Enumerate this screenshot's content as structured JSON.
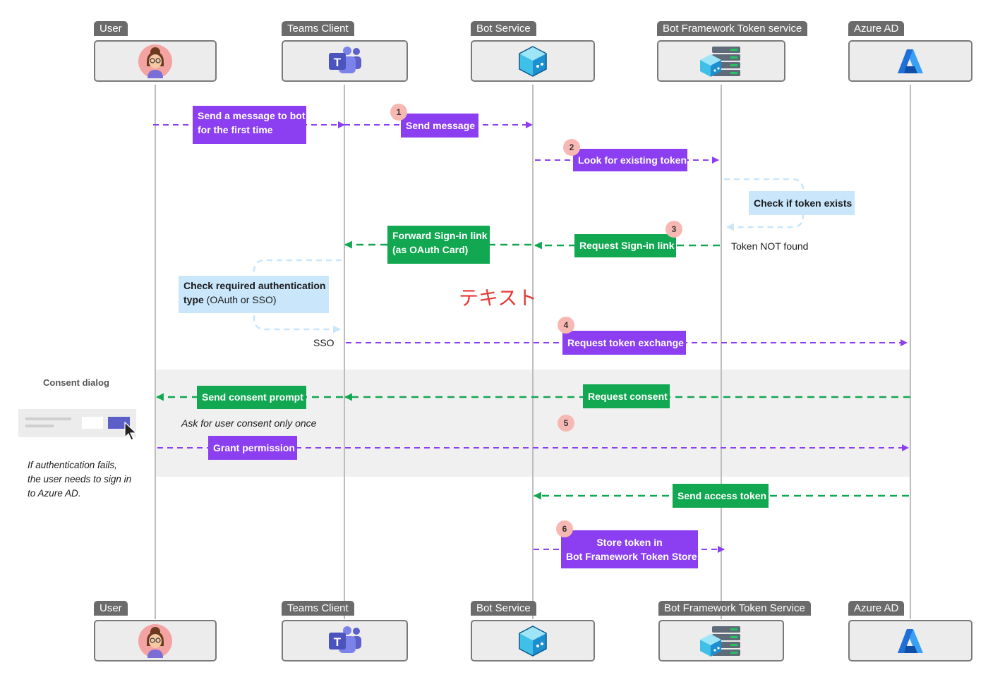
{
  "actors": {
    "user": "User",
    "teams": "Teams Client",
    "bot": "Bot Service",
    "token_top": "Bot Framework Token service",
    "token_bottom": "Bot Framework Token Service",
    "azure": "Azure AD"
  },
  "messages": {
    "m_first": [
      "Send a message to bot",
      "for the first time"
    ],
    "m_send": "Send message",
    "m_look": "Look for existing token",
    "m_check_exists": "Check if token exists",
    "m_forward": [
      "Forward Sign-in link",
      "(as OAuth Card)"
    ],
    "m_request_signin": "Request Sign-in link",
    "m_token_not_found": "Token NOT found",
    "m_check_auth_bold": [
      "Check required authentication",
      "type"
    ],
    "m_check_auth_rest": " (OAuth or SSO)",
    "m_sso": "SSO",
    "m_exchange": "Request token exchange",
    "m_consent_prompt": "Send consent prompt",
    "m_request_consent": "Request consent",
    "m_ask_once": "Ask for user consent only once",
    "m_grant": "Grant permission",
    "m_access_token": "Send access token",
    "m_store": [
      "Store token in",
      "Bot Framework Token Store"
    ]
  },
  "steps": [
    "1",
    "2",
    "3",
    "4",
    "5",
    "6"
  ],
  "side": {
    "consent_dialog": "Consent dialog",
    "auth_fail": [
      "If authentication fails,",
      "the user needs to sign in",
      "to Azure AD."
    ]
  },
  "watermark": "テキスト",
  "icons": {
    "user": "user-avatar-icon",
    "teams": "teams-logo-icon",
    "bot": "bot-cube-icon",
    "token": "token-server-icon",
    "azure": "azure-logo-icon",
    "cursor": "mouse-cursor-icon"
  },
  "colors": {
    "purple": "#8b3ff0",
    "green": "#12a751",
    "light_blue": "#c9e6fb",
    "badge": "#f7b8b3",
    "lifeline": "#bdbdbd",
    "shade": "#f0f0f0",
    "tag": "#6b6b6b",
    "watermark": "#e53935"
  }
}
